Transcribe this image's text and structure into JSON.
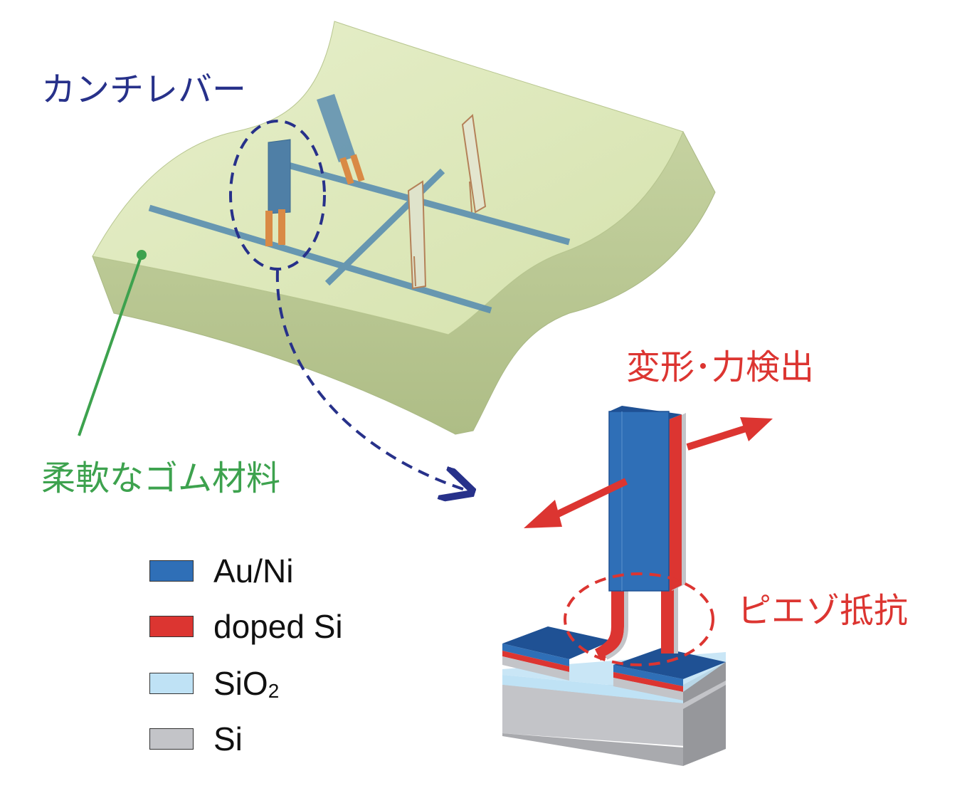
{
  "labels": {
    "cantilever": "カンチレバー",
    "rubber": "柔軟なゴム材料",
    "detection": "変形･力検出",
    "piezo": "ピエゾ抵抗"
  },
  "legend": [
    {
      "label": "Au/Ni",
      "sub": "",
      "color": "#2f6fb7"
    },
    {
      "label": "doped Si",
      "sub": "",
      "color": "#dc3531"
    },
    {
      "label": "SiO",
      "sub": "2",
      "color": "#bfe2f5"
    },
    {
      "label": "Si",
      "sub": "",
      "color": "#c3c4c8"
    }
  ],
  "colors": {
    "cantilever_label": "#27318a",
    "rubber_label": "#3da24e",
    "detection_label": "#dc3531",
    "piezo_label": "#dc3531",
    "rubber_surface": "#dde8bd",
    "rubber_side": "#b7c593",
    "wiring": "#5b8fb0",
    "arrow": "#dc3531",
    "dashed_outline": "#27318a",
    "leg_copper": "#d98a45"
  }
}
